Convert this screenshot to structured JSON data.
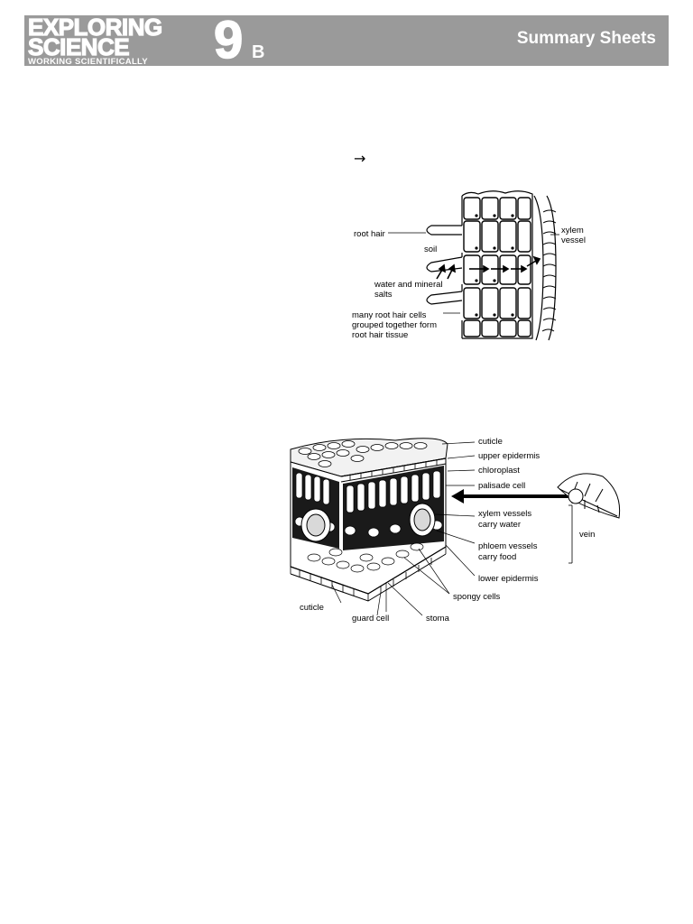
{
  "header": {
    "logo_line1": "EXPLORING",
    "logo_line2": "SCIENCE",
    "logo_line3": "WORKING SCIENTIFICALLY",
    "unit_number": "9",
    "unit_letter": "B",
    "title": "Summary Sheets",
    "background_color": "#9a9a9a",
    "text_color": "#ffffff"
  },
  "arrow_symbol": "→",
  "root_diagram": {
    "labels": {
      "root_hair": "root hair",
      "soil": "soil",
      "water_and_mineral": "water and mineral",
      "salts": "salts",
      "many_cells_1": "many root hair cells",
      "many_cells_2": "grouped together form",
      "many_cells_3": "root hair tissue",
      "xylem": "xylem",
      "vessel": "vessel"
    }
  },
  "leaf_diagram": {
    "labels": {
      "cuticle_top": "cuticle",
      "upper_epidermis": "upper epidermis",
      "chloroplast": "chloroplast",
      "palisade_cell": "palisade cell",
      "xylem_1": "xylem vessels",
      "xylem_2": "carry water",
      "phloem_1": "phloem vessels",
      "phloem_2": "carry food",
      "lower_epidermis": "lower epidermis",
      "spongy_cells": "spongy cells",
      "cuticle_bottom": "cuticle",
      "guard_cell": "guard cell",
      "stoma": "stoma",
      "vein": "vein"
    }
  }
}
